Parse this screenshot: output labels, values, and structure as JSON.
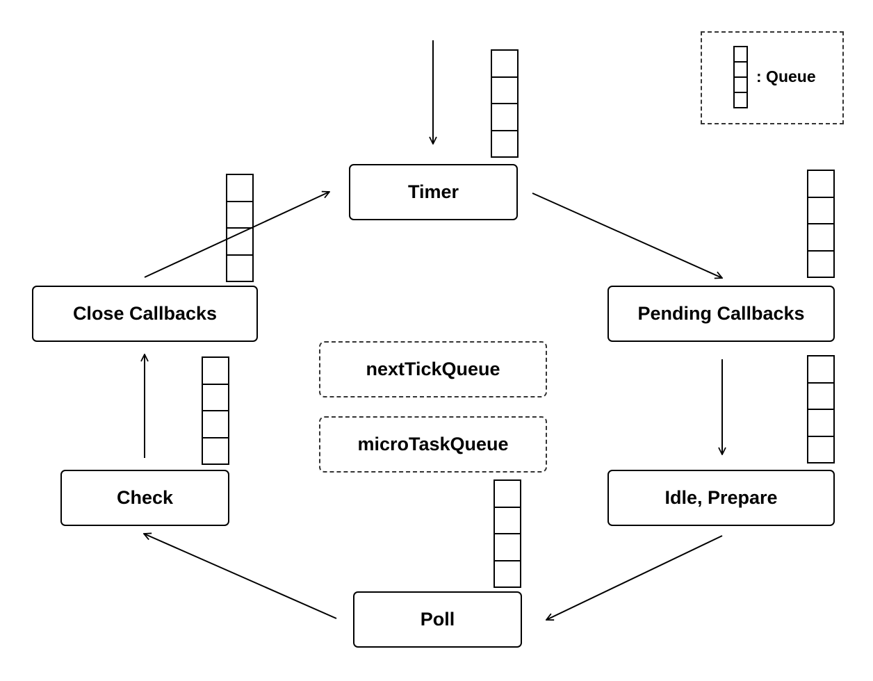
{
  "phases": {
    "timer": "Timer",
    "pending_callbacks": "Pending Callbacks",
    "idle_prepare": "Idle, Prepare",
    "poll": "Poll",
    "check": "Check",
    "close_callbacks": "Close Callbacks"
  },
  "queues": {
    "next_tick": "nextTickQueue",
    "micro_task": "microTaskQueue"
  },
  "legend": {
    "label": ": Queue"
  }
}
